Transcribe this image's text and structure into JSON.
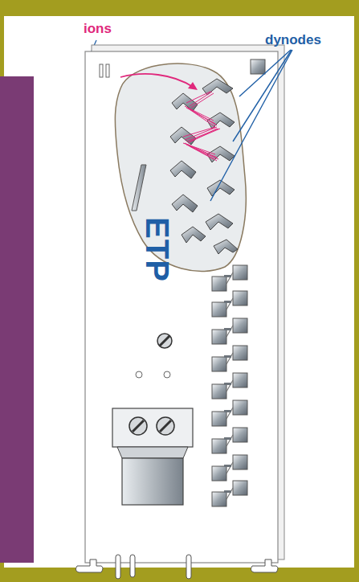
{
  "diagram": {
    "nodes": [
      {
        "text": [
          "ETP"
        ]
      }
    ],
    "labels": [
      "ions",
      "dynodes"
    ]
  }
}
